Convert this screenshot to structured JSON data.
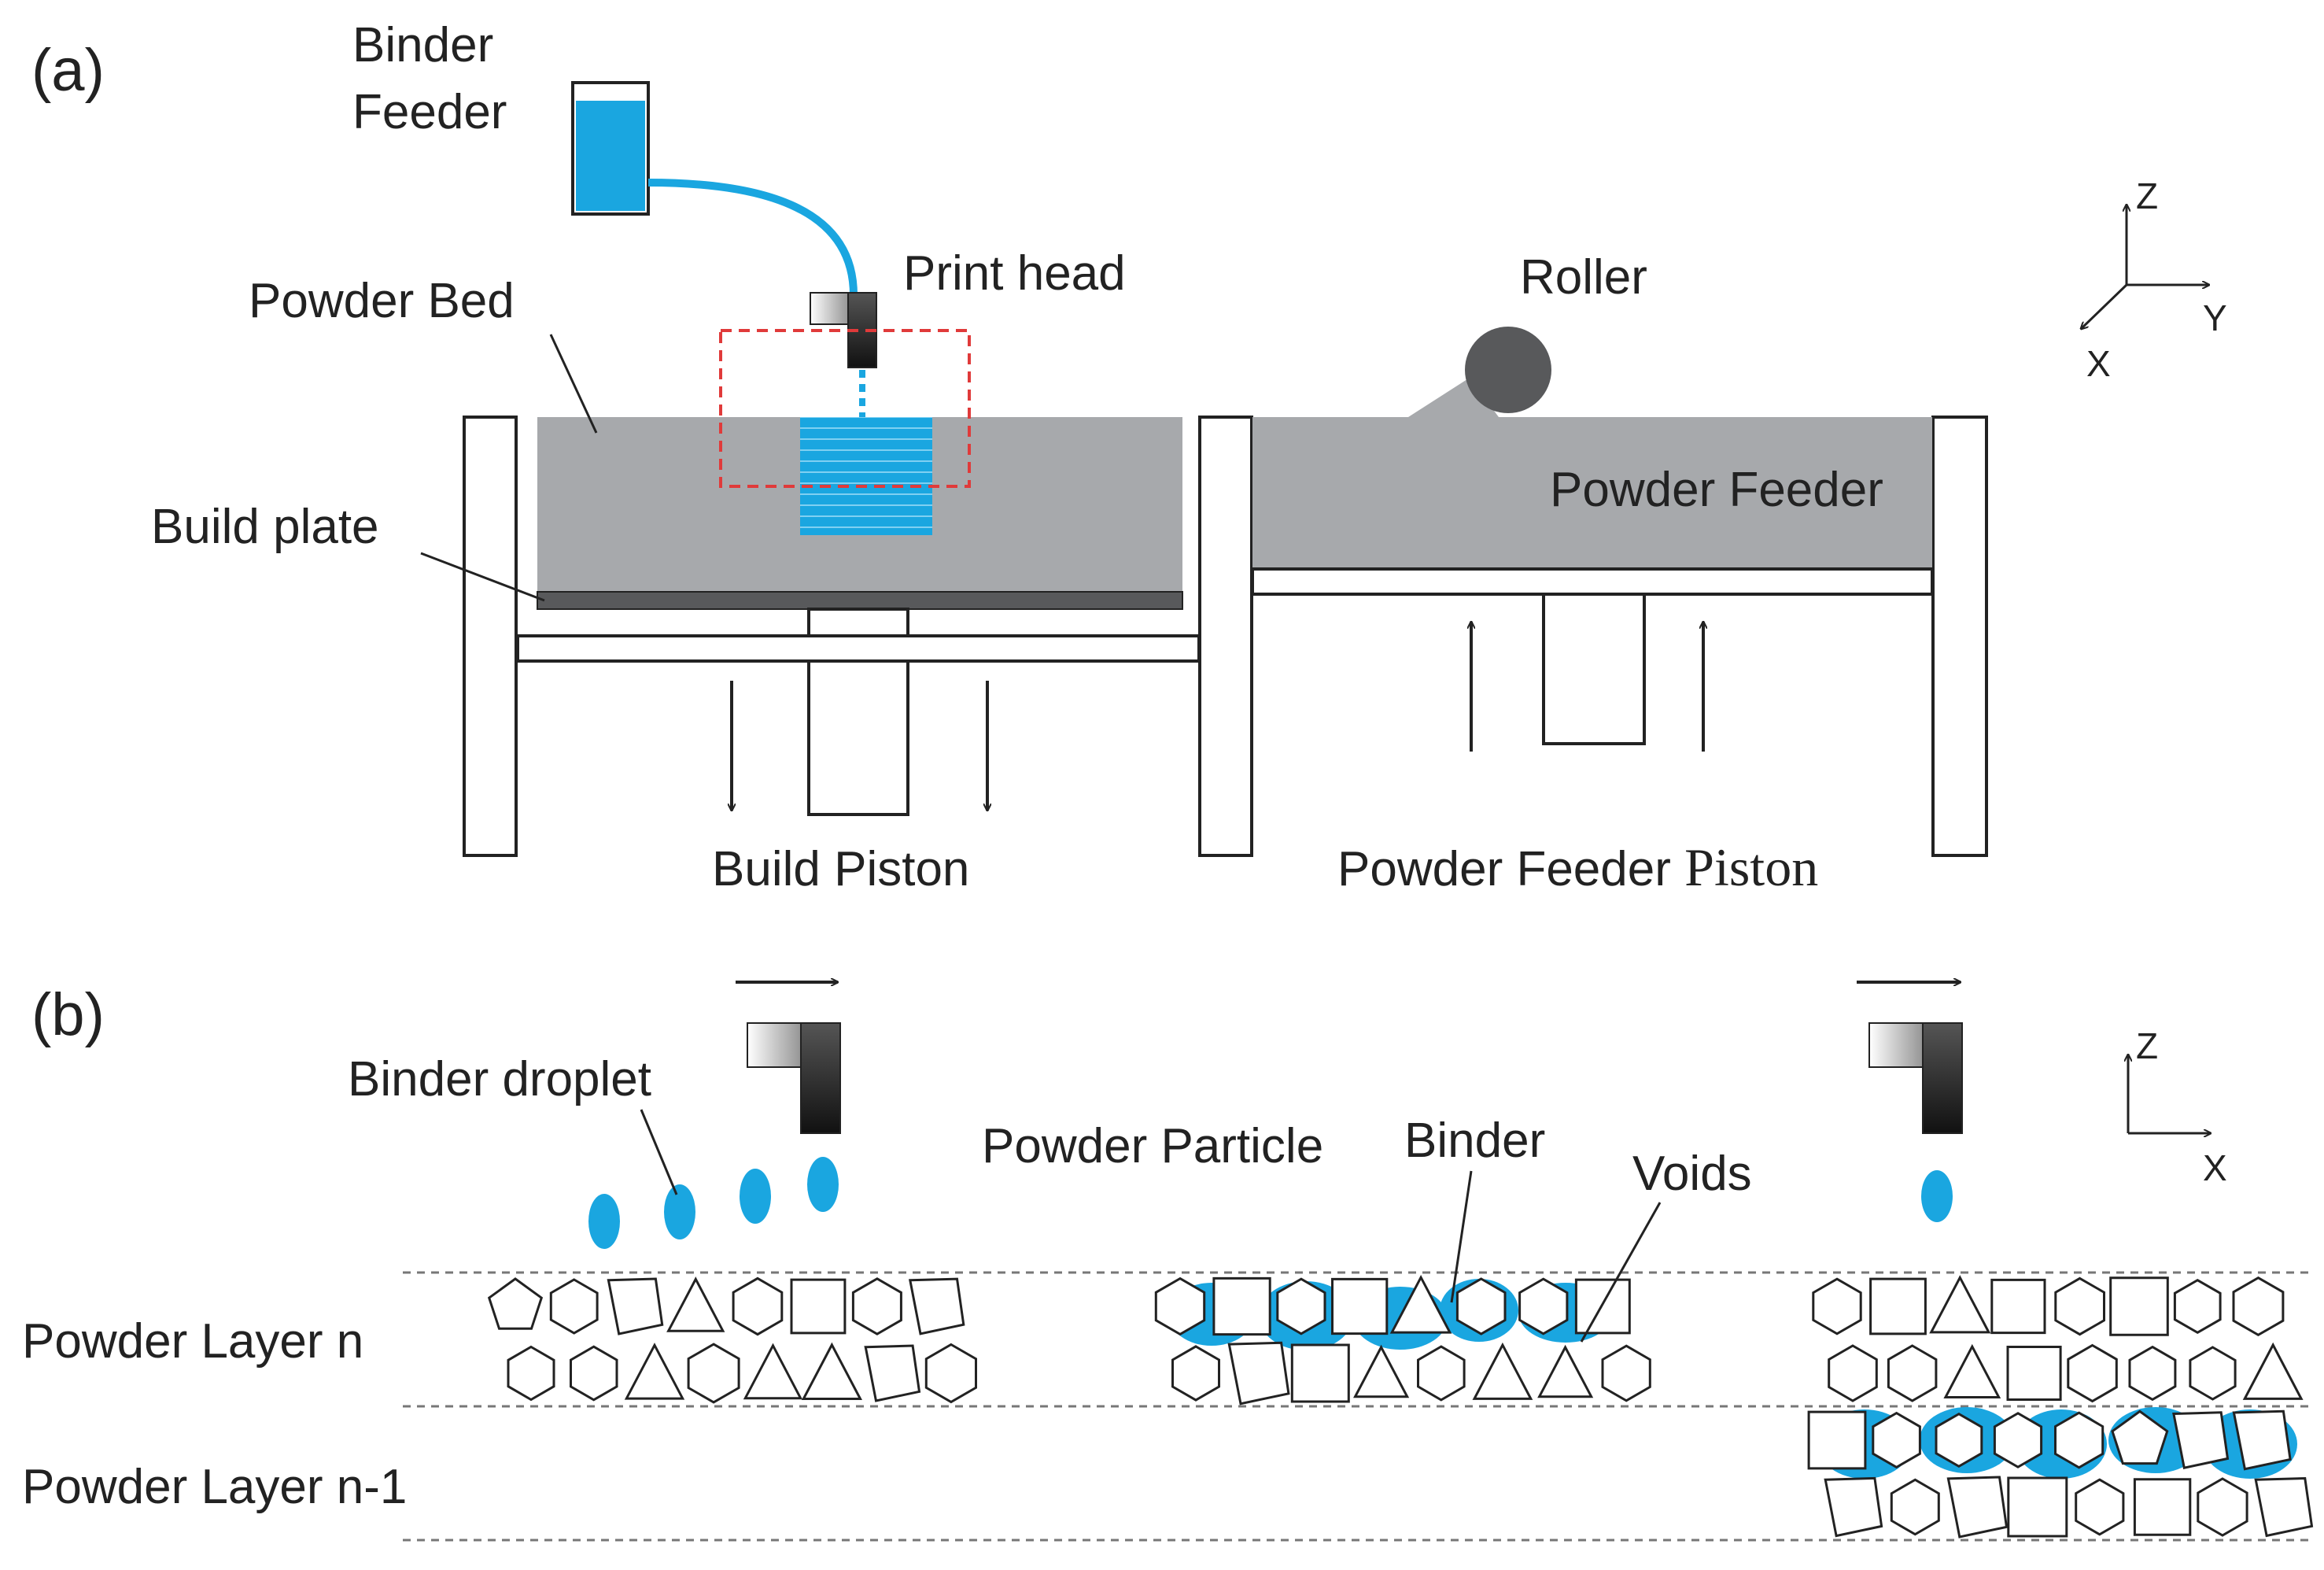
{
  "panel_a": {
    "label": "(a)",
    "binder_feeder_line1": "Binder",
    "binder_feeder_line2": "Feeder",
    "print_head": "Print head",
    "powder_bed": "Powder Bed",
    "roller": "Roller",
    "powder_feeder": "Powder Feeder",
    "build_plate": "Build plate",
    "build_piston": "Build Piston",
    "powder_feeder_piston_a": "Powder Feeder ",
    "powder_feeder_piston_b": "Piston",
    "axes": {
      "z": "Z",
      "y": "Y",
      "x": "X"
    }
  },
  "panel_b": {
    "label": "(b)",
    "binder_droplet": "Binder droplet",
    "powder_particle": "Powder Particle",
    "binder": "Binder",
    "voids": "Voids",
    "powder_layer_n": "Powder Layer n",
    "powder_layer_n1": "Powder Layer n-1",
    "axes": {
      "z": "Z",
      "x": "X"
    }
  },
  "colors": {
    "binder_blue": "#1aa6e0",
    "powder_gray": "#a7a9ac",
    "roller_gray": "#58595b",
    "guide_red": "#e03a3a"
  }
}
